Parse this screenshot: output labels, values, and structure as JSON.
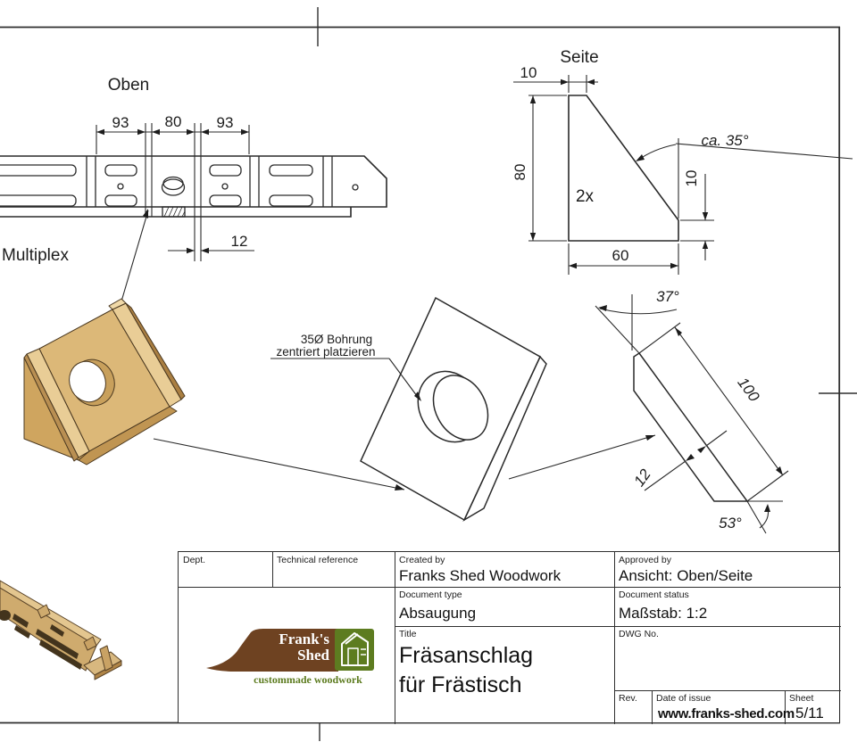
{
  "colors": {
    "line": "#2f2f2f",
    "logo_brown": "#6e4221",
    "logo_green": "#5d7c20",
    "wood_face": "#dcb878",
    "wood_light": "#e9cd96",
    "wood_dark": "#b98f52"
  },
  "views": {
    "top": {
      "label": "Oben",
      "material": "Multiplex",
      "dim_left": "93",
      "dim_center": "80",
      "dim_right": "93",
      "dim_strip": "12"
    },
    "side": {
      "label": "Seite",
      "dim_top": "10",
      "dim_height": "80",
      "dim_bottom": "60",
      "dim_right": "10",
      "angle_note": "ca. 35°",
      "quantity": "2x"
    },
    "hole_note": {
      "line1": "35Ø Bohrung",
      "line2": "zentriert platzieren"
    },
    "angled": {
      "angle_top": "37°",
      "dim_length": "100",
      "dim_thickness": "12",
      "angle_bottom": "53°"
    }
  },
  "title_block": {
    "dept_label": "Dept.",
    "technical_reference_label": "Technical reference",
    "created_by_label": "Created by",
    "created_by": "Franks Shed Woodwork",
    "approved_by_label": "Approved by",
    "approved_by": "Ansicht: Oben/Seite",
    "document_type_label": "Document type",
    "document_type": "Absaugung",
    "document_status_label": "Document status",
    "document_status": "Maßstab: 1:2",
    "title_label": "Title",
    "title_line1": "Fräsanschlag",
    "title_line2": "für Frästisch",
    "dwg_no_label": "DWG No.",
    "rev_label": "Rev.",
    "date_of_issue_label": "Date of issue",
    "date_of_issue": "www.franks-shed.com",
    "sheet_label": "Sheet",
    "sheet": "5/11"
  },
  "logo": {
    "name_line1": "Frank's",
    "name_line2": "Shed",
    "tagline": "custommade woodwork"
  }
}
